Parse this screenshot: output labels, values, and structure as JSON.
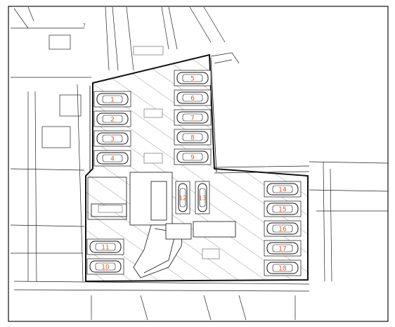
{
  "drawing": {
    "corner_label": "7",
    "annotation_text": "",
    "stalls": [
      {
        "number": "1",
        "orientation": "h"
      },
      {
        "number": "2",
        "orientation": "h"
      },
      {
        "number": "3",
        "orientation": "h"
      },
      {
        "number": "4",
        "orientation": "h"
      },
      {
        "number": "5",
        "orientation": "h"
      },
      {
        "number": "6",
        "orientation": "h"
      },
      {
        "number": "7",
        "orientation": "h"
      },
      {
        "number": "8",
        "orientation": "h"
      },
      {
        "number": "9",
        "orientation": "h"
      },
      {
        "number": "10",
        "orientation": "h"
      },
      {
        "number": "11",
        "orientation": "h"
      },
      {
        "number": "12",
        "orientation": "v"
      },
      {
        "number": "13",
        "orientation": "v"
      },
      {
        "number": "14",
        "orientation": "h"
      },
      {
        "number": "15",
        "orientation": "h"
      },
      {
        "number": "16",
        "orientation": "h"
      },
      {
        "number": "17",
        "orientation": "h"
      },
      {
        "number": "18",
        "orientation": "h"
      }
    ],
    "colors": {
      "line": "#111111",
      "hatch": "#555555",
      "number": "#e05a2b"
    }
  }
}
